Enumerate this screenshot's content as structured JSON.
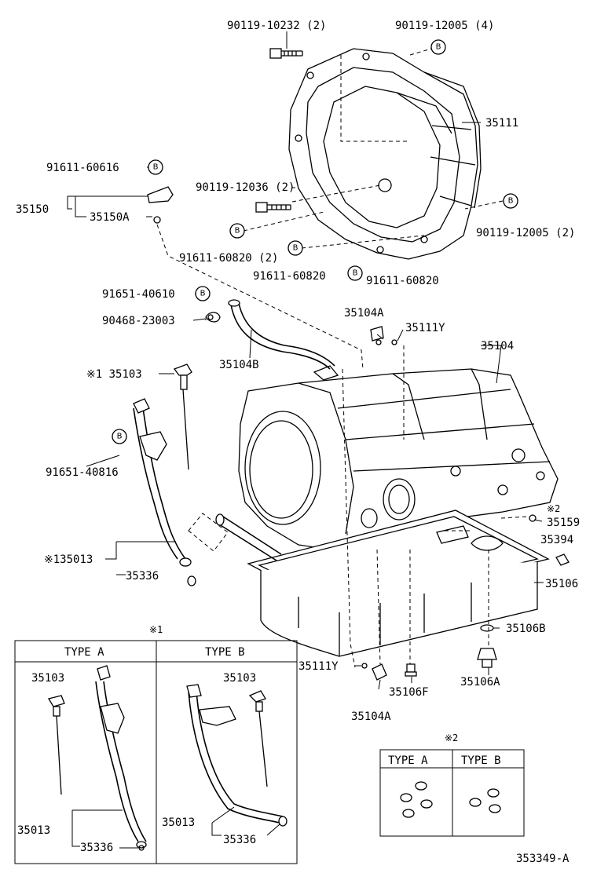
{
  "diagram_id": "353349-A",
  "labels": {
    "p90119_10232": "90119-10232 (2)",
    "p90119_12005_4": "90119-12005 (4)",
    "p35111": "35111",
    "p91611_60616": "91611-60616",
    "p90119_12036": "90119-12036 (2)",
    "p35150": "35150",
    "p35150A": "35150A",
    "p90119_12005_2": "90119-12005 (2)",
    "p91611_60820_2": "91611-60820 (2)",
    "p91611_60820_a": "91611-60820",
    "p91611_60820_b": "91611-60820",
    "p91651_40610": "91651-40610",
    "p90468_23003": "90468-23003",
    "p35104A_top": "35104A",
    "p35111Y_top": "35111Y",
    "p35104": "35104",
    "p35104B": "35104B",
    "p35103": "※1 35103",
    "p91651_40816": "91651-40816",
    "p35159_mark": "※2",
    "p35159": "35159",
    "p35394": "35394",
    "p135013": "※135013",
    "p35336": "35336",
    "p35106": "35106",
    "p35106B": "35106B",
    "p35111Y_bot": "35111Y",
    "p35106A": "35106A",
    "p35106F": "35106F",
    "p35104A_bot": "35104A"
  },
  "bolt_marker": "B",
  "inset1": {
    "mark": "※1",
    "type_a": {
      "header": "TYPE A",
      "p35103": "35103",
      "p35013": "35013",
      "p35336": "35336"
    },
    "type_b": {
      "header": "TYPE B",
      "p35103": "35103",
      "p35013": "35013",
      "p35336": "35336"
    }
  },
  "inset2": {
    "mark": "※2",
    "type_a": "TYPE A",
    "type_b": "TYPE B"
  }
}
